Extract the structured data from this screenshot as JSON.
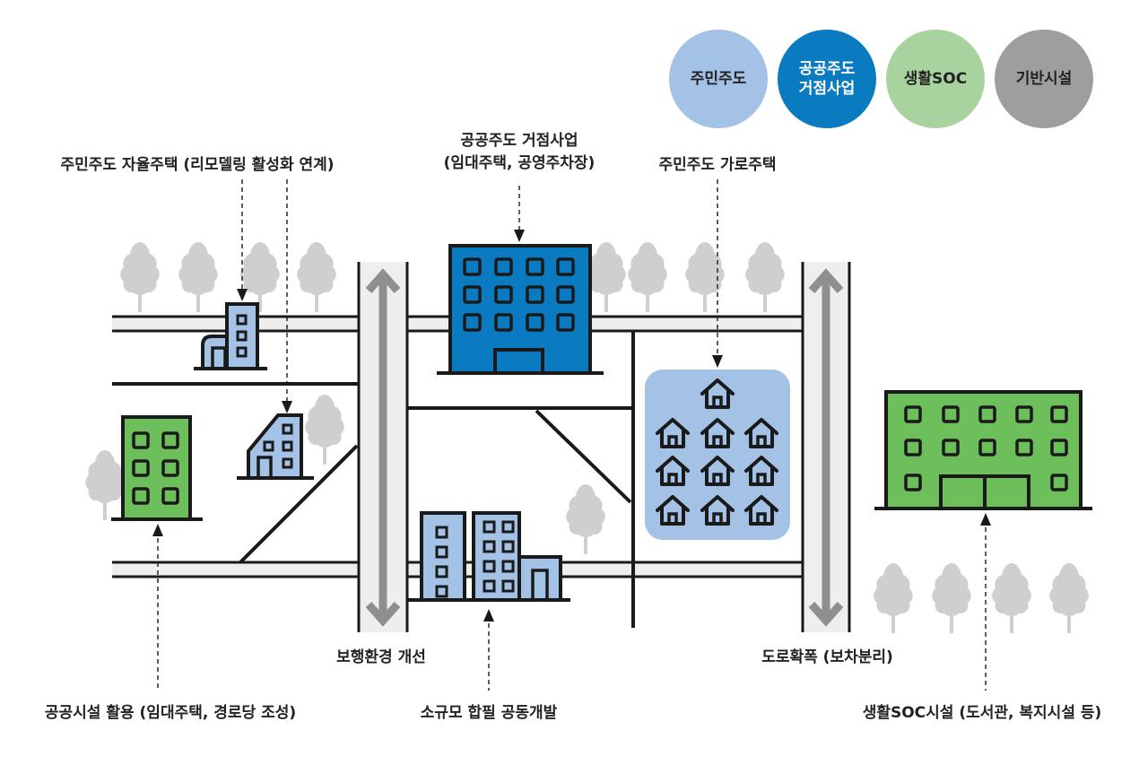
{
  "legend": [
    {
      "label": "주민주도",
      "bg": "#a3c2e6",
      "fg": "#222222"
    },
    {
      "label": "공공주도\n거점사업",
      "bg": "#0a7bc1",
      "fg": "#ffffff"
    },
    {
      "label": "생활SOC",
      "bg": "#a9d39e",
      "fg": "#222222"
    },
    {
      "label": "기반시설",
      "bg": "#9e9e9e",
      "fg": "#222222"
    }
  ],
  "labels": {
    "self_housing": "주민주도 자율주택 (리모델링 활성화 연계)",
    "public_hub": "공공주도 거점사업\n(임대주택, 공영주차장)",
    "street_housing": "주민주도 가로주택",
    "pedestrian": "보행환경 개선",
    "road_widening": "도로확폭 (보차분리)",
    "public_facility": "공공시설 활용 (임대주택, 경로당 조성)",
    "small_merge": "소규모 합필 공동개발",
    "soc_facility": "생활SOC시설 (도서관, 복지시설 등)"
  },
  "colors": {
    "resident": "#a3c2e6",
    "public": "#0a7bc1",
    "soc": "#6dbf5b",
    "infra": "#9e9e9e",
    "road_fill": "#eeeeee",
    "outline": "#1a1a1a",
    "tree": "#cfcfcf"
  },
  "icons": [
    "tree-icon",
    "house-icon",
    "building-icon",
    "double-arrow-icon"
  ]
}
